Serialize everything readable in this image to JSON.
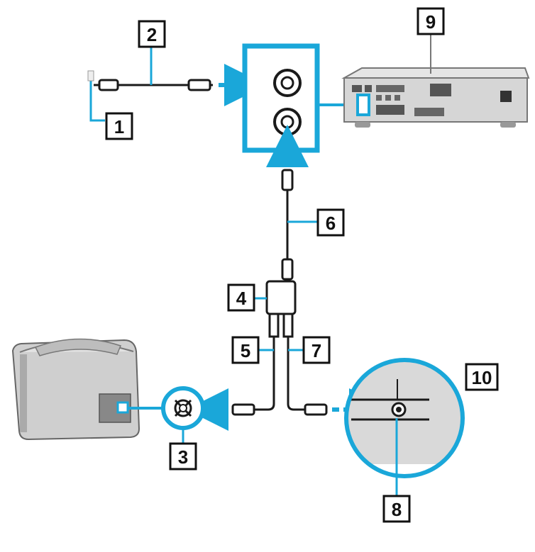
{
  "colors": {
    "accent": "#1aa7d9",
    "line": "#1a1a1a",
    "device_gray": "#d6d6d6",
    "device_dark": "#8d8d8d"
  },
  "callouts": {
    "c1": "1",
    "c2": "2",
    "c3": "3",
    "c4": "4",
    "c5": "5",
    "c6": "6",
    "c7": "7",
    "c8": "8",
    "c9": "9",
    "c10": "10"
  },
  "icons": {
    "vcr": "vcr-icon",
    "tv": "television-icon",
    "splitter": "splitter-icon",
    "computer_detail": "computer-port-detail-icon"
  }
}
